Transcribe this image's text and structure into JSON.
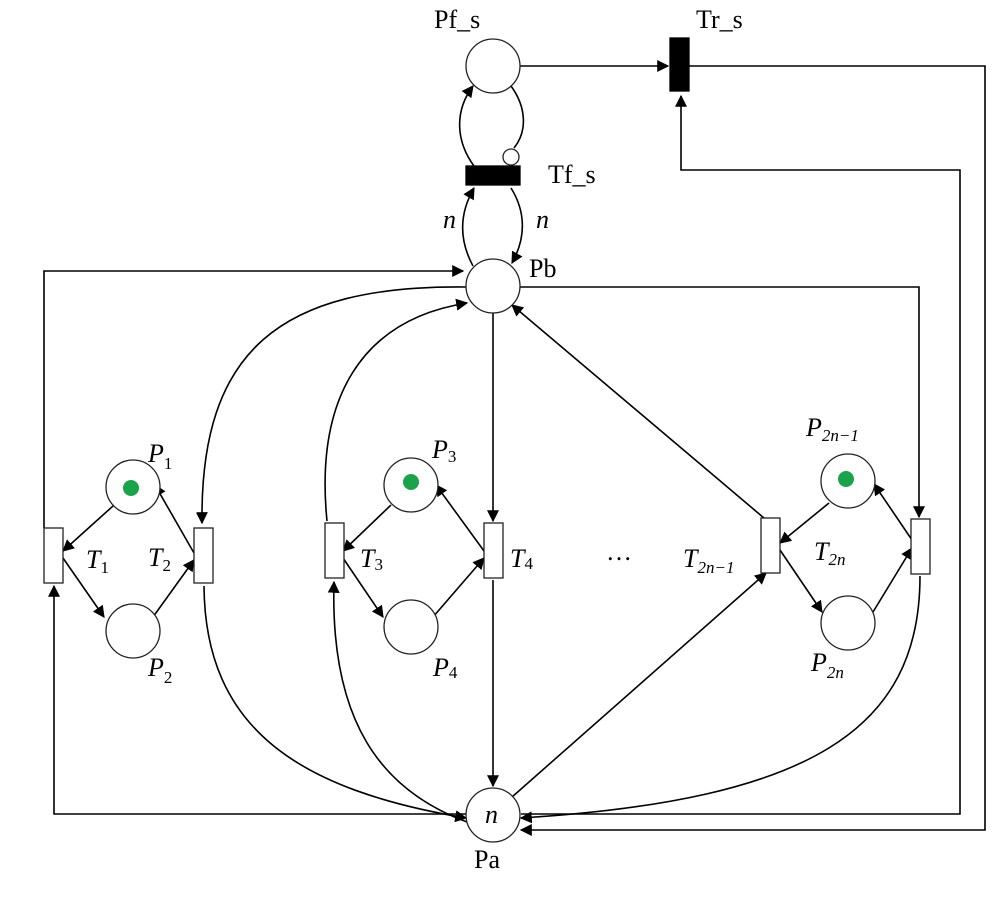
{
  "colors": {
    "token": "#1aa34a",
    "line": "#000000",
    "timed_transition": "#000000"
  },
  "labels": {
    "Pf_s": "Pf_s",
    "Tr_s": "Tr_s",
    "Tf_s": "Tf_s",
    "Pb": "Pb",
    "Pa": "Pa",
    "n": "n",
    "P": "P",
    "T": "T",
    "one": "1",
    "two": "2",
    "three": "3",
    "four": "4",
    "two_n_minus_1": "2n−1",
    "two_n": "2n",
    "ellipsis": "…"
  },
  "tokens": [
    {
      "place": "P1",
      "color": "#1aa34a"
    },
    {
      "place": "P3",
      "color": "#1aa34a"
    },
    {
      "place": "P2n-1",
      "color": "#1aa34a"
    }
  ],
  "arc_weights": {
    "Pb_to_Tf_s": "n",
    "Tf_s_to_Pb": "n"
  },
  "initial_marking": {
    "Pa": "n"
  }
}
